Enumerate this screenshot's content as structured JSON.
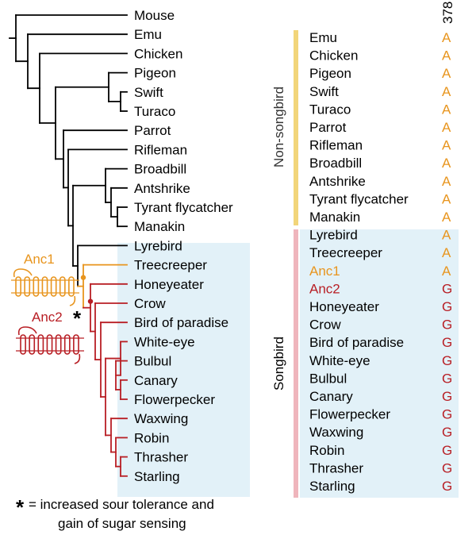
{
  "colors": {
    "black": "#000000",
    "anc1": "#E8951E",
    "anc2": "#B81E24",
    "songbird_bg": "#E2F1F8",
    "nonsongbird_bar": "#F2D57A",
    "songbird_bar": "#EFB5BC",
    "residue_A": "#E8951E",
    "residue_G": "#B81E24"
  },
  "tree": {
    "leaves": [
      "Mouse",
      "Emu",
      "Chicken",
      "Pigeon",
      "Swift",
      "Turaco",
      "Parrot",
      "Rifleman",
      "Broadbill",
      "Antshrike",
      "Tyrant flycatcher",
      "Manakin",
      "Lyrebird",
      "Treecreeper",
      "Honeyeater",
      "Crow",
      "Bird of paradise",
      "White-eye",
      "Bulbul",
      "Canary",
      "Flowerpecker",
      "Waxwing",
      "Robin",
      "Thrasher",
      "Starling"
    ],
    "anc1_label": "Anc1",
    "anc2_label": "Anc2",
    "asterisk": "*",
    "receptor_icon": "receptor-icon"
  },
  "table": {
    "position_header": "378",
    "groups": [
      {
        "label": "Non-songbird",
        "rows": [
          {
            "name": "Emu",
            "residue": "A"
          },
          {
            "name": "Chicken",
            "residue": "A"
          },
          {
            "name": "Pigeon",
            "residue": "A"
          },
          {
            "name": "Swift",
            "residue": "A"
          },
          {
            "name": "Turaco",
            "residue": "A"
          },
          {
            "name": "Parrot",
            "residue": "A"
          },
          {
            "name": "Rifleman",
            "residue": "A"
          },
          {
            "name": "Broadbill",
            "residue": "A"
          },
          {
            "name": "Antshrike",
            "residue": "A"
          },
          {
            "name": "Tyrant flycatcher",
            "residue": "A"
          },
          {
            "name": "Manakin",
            "residue": "A"
          }
        ]
      },
      {
        "label": "Songbird",
        "rows": [
          {
            "name": "Lyrebird",
            "residue": "A"
          },
          {
            "name": "Treecreeper",
            "residue": "A"
          },
          {
            "name": "Anc1",
            "residue": "A"
          },
          {
            "name": "Anc2",
            "residue": "G"
          },
          {
            "name": "Honeyeater",
            "residue": "G"
          },
          {
            "name": "Crow",
            "residue": "G"
          },
          {
            "name": "Bird of paradise",
            "residue": "G"
          },
          {
            "name": "White-eye",
            "residue": "G"
          },
          {
            "name": "Bulbul",
            "residue": "G"
          },
          {
            "name": "Canary",
            "residue": "G"
          },
          {
            "name": "Flowerpecker",
            "residue": "G"
          },
          {
            "name": "Waxwing",
            "residue": "G"
          },
          {
            "name": "Robin",
            "residue": "G"
          },
          {
            "name": "Thrasher",
            "residue": "G"
          },
          {
            "name": "Starling",
            "residue": "G"
          }
        ]
      }
    ]
  },
  "footnote": {
    "symbol": "*",
    "line1": "= increased sour tolerance and",
    "line2": "gain of sugar sensing"
  }
}
